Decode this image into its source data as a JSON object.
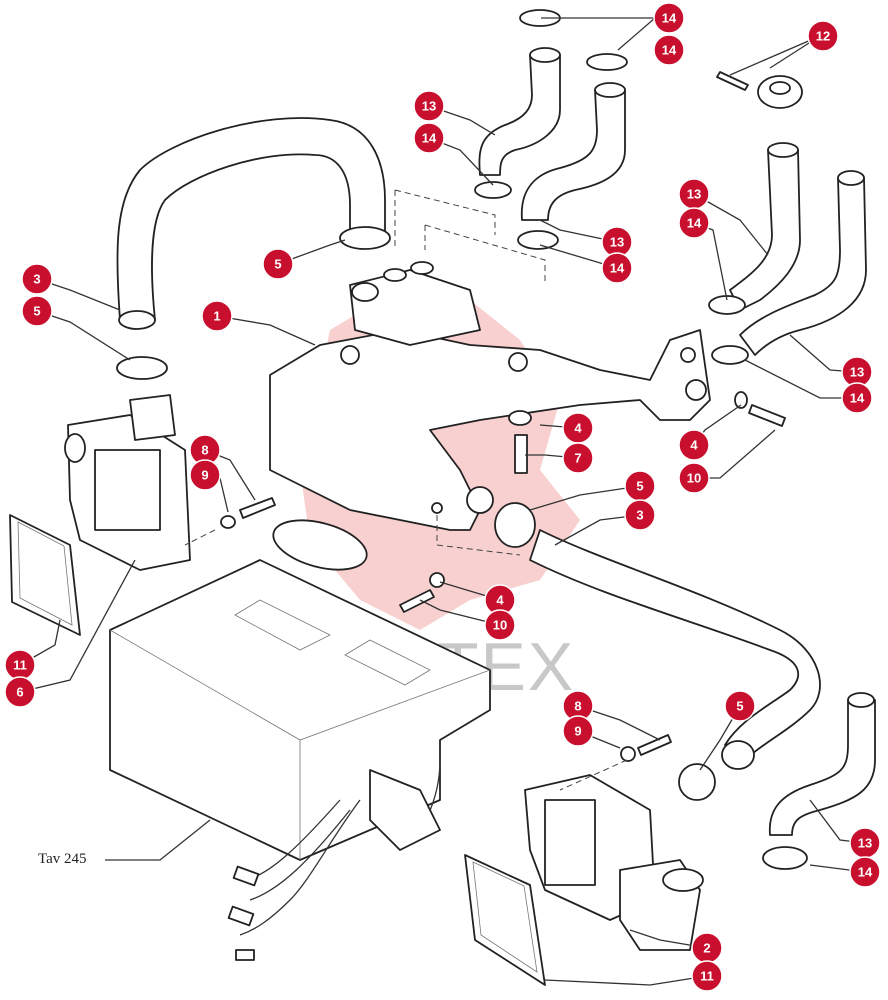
{
  "diagram": {
    "accent_color": "#c8102e",
    "reference_label": "Tav 245",
    "watermark_text": "ИНТЕХ",
    "callouts": [
      {
        "id": "c14a",
        "label": "14"
      },
      {
        "id": "c14b",
        "label": "14"
      },
      {
        "id": "c12",
        "label": "12"
      },
      {
        "id": "c13a",
        "label": "13"
      },
      {
        "id": "c14c",
        "label": "14"
      },
      {
        "id": "c13b",
        "label": "13"
      },
      {
        "id": "c14d",
        "label": "14"
      },
      {
        "id": "c13c",
        "label": "13"
      },
      {
        "id": "c14e",
        "label": "14"
      },
      {
        "id": "c5a",
        "label": "5"
      },
      {
        "id": "c3a",
        "label": "3"
      },
      {
        "id": "c5b",
        "label": "5"
      },
      {
        "id": "c1",
        "label": "1"
      },
      {
        "id": "c13d",
        "label": "13"
      },
      {
        "id": "c14f",
        "label": "14"
      },
      {
        "id": "c4a",
        "label": "4"
      },
      {
        "id": "c7",
        "label": "7"
      },
      {
        "id": "c4b",
        "label": "4"
      },
      {
        "id": "c10a",
        "label": "10"
      },
      {
        "id": "c8a",
        "label": "8"
      },
      {
        "id": "c9a",
        "label": "9"
      },
      {
        "id": "c5c",
        "label": "5"
      },
      {
        "id": "c3b",
        "label": "3"
      },
      {
        "id": "c4c",
        "label": "4"
      },
      {
        "id": "c10b",
        "label": "10"
      },
      {
        "id": "c11a",
        "label": "11"
      },
      {
        "id": "c6",
        "label": "6"
      },
      {
        "id": "c8b",
        "label": "8"
      },
      {
        "id": "c9b",
        "label": "9"
      },
      {
        "id": "c5d",
        "label": "5"
      },
      {
        "id": "c13e",
        "label": "13"
      },
      {
        "id": "c14g",
        "label": "14"
      },
      {
        "id": "c2",
        "label": "2"
      },
      {
        "id": "c11b",
        "label": "11"
      }
    ]
  }
}
